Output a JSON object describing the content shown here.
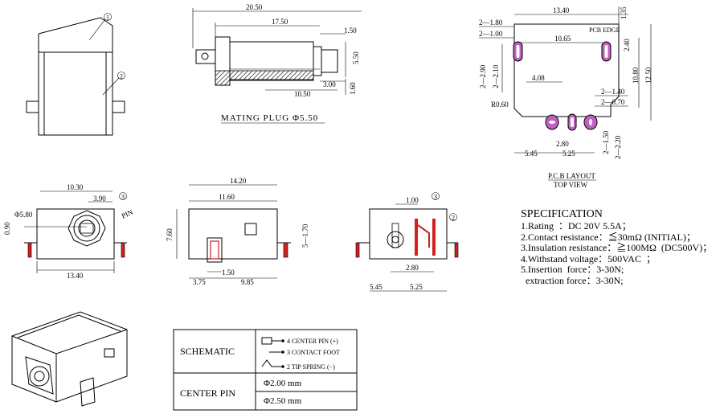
{
  "colors": {
    "line": "#000000",
    "pad": "#c060c0",
    "accent": "#d02020",
    "hatch": "#333333"
  },
  "balloons": {
    "b1": "1",
    "b2": "2",
    "b3": "3"
  },
  "side_view": {
    "dims": {
      "d20_50": "20.50",
      "d17_50": "17.50",
      "d1_50": "1.50",
      "d5_50": "5.50",
      "d3_00": "3.00",
      "d10_50": "10.50",
      "d1_60": "1.60"
    },
    "caption": "MATING PLUG Φ5.50"
  },
  "pcb_layout": {
    "dims": {
      "d13_40": "13.40",
      "d1_35": "1.35",
      "d2_1_80": "2—1.80",
      "d2_1_00": "2—1.00",
      "edge": "PCB EDGE",
      "d10_65": "10.65",
      "d2_40": "2.40",
      "d10_80": "10.80",
      "d12_50": "12.50",
      "d2_2_90": "2—2.90",
      "d2_2_10": "2—2.10",
      "d4_08": "4.08",
      "d2_1_40": "2—1.40",
      "d2_0_70": "2—0.70",
      "r0_60": "R0.60",
      "d2_80": "2.80",
      "d5_45": "5.45",
      "d5_25": "5.25",
      "d2_1_50": "2—1.50",
      "d2_2_20": "2—2.20"
    },
    "caption": "P.C.B LAYOUT",
    "subcaption": "TOP VIEW"
  },
  "front_view": {
    "dims": {
      "d10_30": "10.30",
      "d3_90": "3.90",
      "d5_80": "Φ5.80",
      "d0_90": "0.90",
      "pin": "PIN",
      "d13_40": "13.40"
    }
  },
  "side_view2": {
    "dims": {
      "d14_20": "14.20",
      "d11_60": "11.60",
      "d7_60": "7.60",
      "d5_1_70": "5—1.70",
      "d1_50": "1.50",
      "d3_75": "3.75",
      "d9_85": "9.85"
    }
  },
  "section_view": {
    "dims": {
      "d1_00": "1.00",
      "d2_80": "2.80",
      "d5_45": "5.45",
      "d5_25": "5.25"
    }
  },
  "specification": {
    "title": "SPECIFICATION",
    "lines": [
      "1.Rating  ：DC 20V 5.5A；",
      "2.Contact resistance：≦30mΩ (INITIAL)；",
      "3.Insulation resistance：≧100MΩ  (DC500V)；",
      "4.Withstand voltage：500VAC  ；",
      "5.Insertion  force：3-30N;",
      "  extraction force：3-30N;"
    ]
  },
  "table": {
    "schematic_label": "SCHEMATIC",
    "pins": [
      "4  CENTER PIN  (+)",
      "3  CONTACT FOOT",
      "2  TIP SPRING  (−)"
    ],
    "center_pin_label": "CENTER PIN",
    "center_pin_values": [
      "Φ2.00 mm",
      "Φ2.50 mm"
    ]
  }
}
